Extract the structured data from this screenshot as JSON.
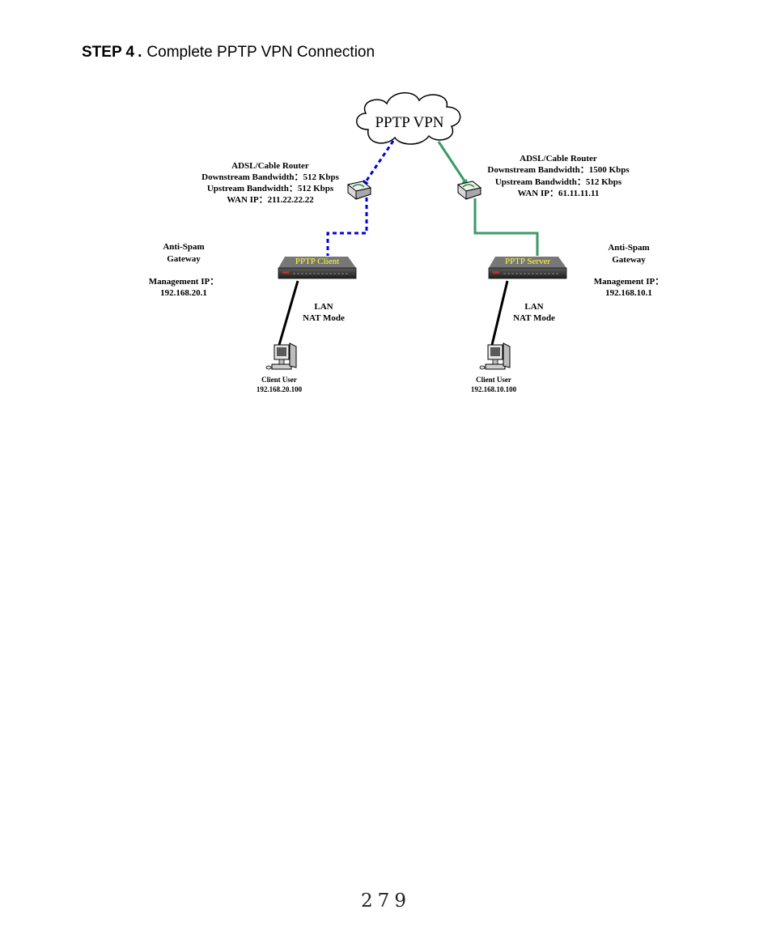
{
  "heading": {
    "step": "STEP 4",
    "separator": ".",
    "title": "Complete PPTP VPN Connection"
  },
  "diagram": {
    "cloud_label": "PPTP VPN",
    "left": {
      "router": [
        "ADSL/Cable Router",
        "Downstream Bandwidth：512 Kbps",
        "Upstream Bandwidth：512 Kbps",
        "WAN IP：211.22.22.22"
      ],
      "gateway": [
        "Anti-Spam",
        "Gateway"
      ],
      "mgmt": [
        "Management IP：",
        "192.168.20.1"
      ],
      "device_label": "PPTP Client",
      "lan": [
        "LAN",
        "NAT Mode"
      ],
      "client": [
        "Client User",
        "192.168.20.100"
      ],
      "link_color": "#0000dd"
    },
    "right": {
      "router": [
        "ADSL/Cable Router",
        "Downstream Bandwidth：1500 Kbps",
        "Upstream Bandwidth：512 Kbps",
        "WAN IP：61.11.11.11"
      ],
      "gateway": [
        "Anti-Spam",
        "Gateway"
      ],
      "mgmt": [
        "Management IP：",
        "192.168.10.1"
      ],
      "device_label": "PPTP Server",
      "lan": [
        "LAN",
        "NAT Mode"
      ],
      "client": [
        "Client User",
        "192.168.10.100"
      ],
      "link_color": "#3a9a6a"
    }
  },
  "page_number": "279"
}
